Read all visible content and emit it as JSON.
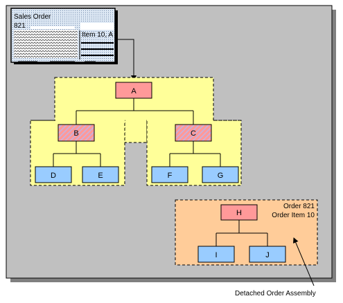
{
  "sales_order": {
    "title": "Sales Order",
    "number": "821",
    "item_label": "Item 10, A"
  },
  "assemblies": {
    "top": {
      "label": "A"
    },
    "left": {
      "label": "B",
      "children": [
        "D",
        "E"
      ]
    },
    "right": {
      "label": "C",
      "children": [
        "F",
        "G"
      ]
    },
    "detached": {
      "label": "H",
      "children": [
        "I",
        "J"
      ],
      "order_line1": "Order 821",
      "order_line2": "Order Item 10"
    }
  },
  "annotation": {
    "text": "Detached Order Assembly"
  },
  "colors": {
    "canvas": "#c0c0c0",
    "shadow": "#808080",
    "assembly_fill": "#ffff99",
    "detached_fill": "#ffcc99",
    "root_node": "#ff9999",
    "hatched_node": "#ff9999",
    "leaf_node": "#99ccff",
    "order_doc": "#c6d9ee"
  }
}
